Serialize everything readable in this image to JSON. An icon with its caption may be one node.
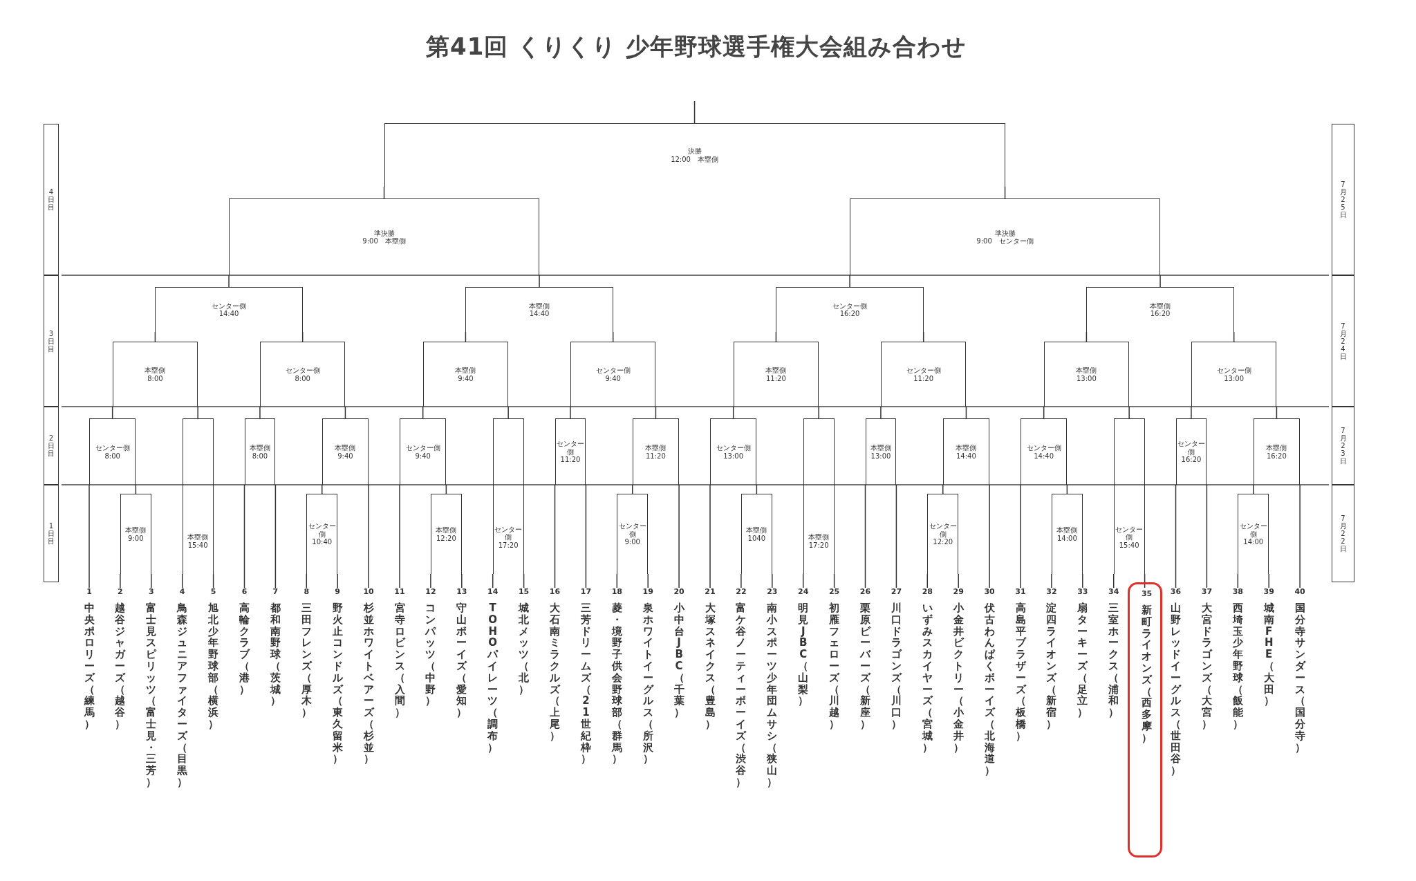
{
  "diagram": {
    "title": "第41回 くりくり 少年野球選手権大会組み合わせ",
    "nodes": [
      {
        "text": [
          "4日目"
        ]
      },
      {
        "text": [
          "3日目"
        ]
      },
      {
        "text": [
          "2日目"
        ]
      },
      {
        "text": [
          "1日目"
        ]
      },
      {
        "text": [
          "7月25日"
        ]
      },
      {
        "text": [
          "7月24日"
        ]
      },
      {
        "text": [
          "7月23日"
        ]
      },
      {
        "text": [
          "7月22日"
        ]
      },
      {
        "text": [
          "決勝",
          "12:00　本塁側"
        ]
      },
      {
        "text": [
          "準決勝",
          "9:00　本塁側"
        ]
      },
      {
        "text": [
          "準決勝",
          "9:00　センター側"
        ]
      },
      {
        "text": [
          "センター側",
          "14:40"
        ]
      },
      {
        "text": [
          "本塁側",
          "14:40"
        ]
      },
      {
        "text": [
          "センター側",
          "16:20"
        ]
      },
      {
        "text": [
          "本塁側",
          "16:20"
        ]
      },
      {
        "text": [
          "本塁側",
          "8:00"
        ]
      },
      {
        "text": [
          "センター側",
          "8:00"
        ]
      },
      {
        "text": [
          "本塁側",
          "9:40"
        ]
      },
      {
        "text": [
          "センター側",
          "9:40"
        ]
      },
      {
        "text": [
          "本塁側",
          "11:20"
        ]
      },
      {
        "text": [
          "センター側",
          "11:20"
        ]
      },
      {
        "text": [
          "本塁側",
          "13:00"
        ]
      },
      {
        "text": [
          "センター側",
          "13:00"
        ]
      },
      {
        "text": [
          "センター側",
          "8:00"
        ]
      },
      {
        "text": [
          "本塁側",
          "8:00"
        ]
      },
      {
        "text": [
          "本塁側",
          "9:40"
        ]
      },
      {
        "text": [
          "センター側",
          "9:40"
        ]
      },
      {
        "text": [
          "センター側",
          "11:20"
        ]
      },
      {
        "text": [
          "本塁側",
          "11:20"
        ]
      },
      {
        "text": [
          "センター側",
          "13:00"
        ]
      },
      {
        "text": [
          "本塁側",
          "13:00"
        ]
      },
      {
        "text": [
          "本塁側",
          "14:40"
        ]
      },
      {
        "text": [
          "センター側",
          "14:40"
        ]
      },
      {
        "text": [
          "センター側",
          "16:20"
        ]
      },
      {
        "text": [
          "本塁側",
          "16:20"
        ]
      },
      {
        "text": [
          "本塁側",
          "9:00"
        ]
      },
      {
        "text": [
          "本塁側",
          "15:40"
        ]
      },
      {
        "text": [
          "センター側",
          "10:40"
        ]
      },
      {
        "text": [
          "本塁側",
          "12:20"
        ]
      },
      {
        "text": [
          "センター側",
          "17:20"
        ]
      },
      {
        "text": [
          "センター側",
          "9:00"
        ]
      },
      {
        "text": [
          "本塁側",
          "1040"
        ]
      },
      {
        "text": [
          "本塁側",
          "17:20"
        ]
      },
      {
        "text": [
          "センター側",
          "12:20"
        ]
      },
      {
        "text": [
          "本塁側",
          "14:00"
        ]
      },
      {
        "text": [
          "センター側",
          "15:40"
        ]
      },
      {
        "text": [
          "センター側",
          "14:00"
        ]
      },
      {
        "text": [],
        "shape": "box"
      },
      {
        "text": [
          "1",
          "中央ポロリーズ（練馬）"
        ]
      },
      {
        "text": [
          "2",
          "越谷ジャガーズ（越谷）"
        ]
      },
      {
        "text": [
          "3",
          "富士見スピリッツ（富士見・三芳）"
        ]
      },
      {
        "text": [
          "4",
          "鳥森ジュニアファイターズ（目黒）"
        ]
      },
      {
        "text": [
          "5",
          "旭北少年野球部（横浜）"
        ]
      },
      {
        "text": [
          "6",
          "高輪クラブ（港）"
        ]
      },
      {
        "text": [
          "7",
          "都和南野球（茨城）"
        ]
      },
      {
        "text": [
          "8",
          "三田フレンズ（厚木）"
        ]
      },
      {
        "text": [
          "9",
          "野火止コンドルズ（東久留米）"
        ]
      },
      {
        "text": [
          "10",
          "杉並ホワイトベアーズ（杉並）"
        ]
      },
      {
        "text": [
          "11",
          "宮寺ロビンス（入間）"
        ]
      },
      {
        "text": [
          "12",
          "コンパッツ（中野）"
        ]
      },
      {
        "text": [
          "13",
          "守山ボーイズ（愛知）"
        ]
      },
      {
        "text": [
          "14",
          "TOHOパイレーツ（調布）"
        ]
      },
      {
        "text": [
          "15",
          "城北メッツ（北）"
        ]
      },
      {
        "text": [
          "16",
          "大石南ミラクルズ（上尾）"
        ]
      },
      {
        "text": [
          "17",
          "三芳ドリームズ（21世紀枠）"
        ]
      },
      {
        "text": [
          "18",
          "菱・境野子供会野球部（群馬）"
        ]
      },
      {
        "text": [
          "19",
          "泉ホワイトイーグルス（所沢）"
        ]
      },
      {
        "text": [
          "20",
          "小中台JBC（千葉）"
        ]
      },
      {
        "text": [
          "21",
          "大塚スネイクス（豊島）"
        ]
      },
      {
        "text": [
          "22",
          "富ケ谷ノーティーボーイズ（渋谷）"
        ]
      },
      {
        "text": [
          "23",
          "南小スポーツ少年団ムサシ（狭山）"
        ]
      },
      {
        "text": [
          "24",
          "明見JBC（山梨）"
        ]
      },
      {
        "text": [
          "25",
          "初雁フェローズ（川越）"
        ]
      },
      {
        "text": [
          "26",
          "栗原ビーバーズ（新座）"
        ]
      },
      {
        "text": [
          "27",
          "川口ドラゴンズ（川口）"
        ]
      },
      {
        "text": [
          "28",
          "いずみスカイヤーズ（宮城）"
        ]
      },
      {
        "text": [
          "29",
          "小金井ビクトリー（小金井）"
        ]
      },
      {
        "text": [
          "30",
          "伏古わんぱくボーイズ（北海道）"
        ]
      },
      {
        "text": [
          "31",
          "高島平ブラザーズ（板橋）"
        ]
      },
      {
        "text": [
          "32",
          "淀四ライオンズ（新宿）"
        ]
      },
      {
        "text": [
          "33",
          "扇ターキーズ（足立）"
        ]
      },
      {
        "text": [
          "34",
          "三室ホークス（浦和）"
        ]
      },
      {
        "text": [
          "35",
          "新町ライオンズ（西多摩）"
        ],
        "in": 47
      },
      {
        "text": [
          "36",
          "山野レッドイーグルス（世田谷）"
        ]
      },
      {
        "text": [
          "37",
          "大宮ドラゴンズ（大宮）"
        ]
      },
      {
        "text": [
          "38",
          "西埼玉少年野球（飯能）"
        ]
      },
      {
        "text": [
          "39",
          "城南FHE（大田）"
        ]
      },
      {
        "text": [
          "40",
          "国分寺サンダース（国分寺）"
        ]
      }
    ],
    "edges": [
      {
        "from": 9,
        "to": 8,
        "arrow": "none"
      },
      {
        "from": 10,
        "to": 8,
        "arrow": "none"
      },
      {
        "from": 8,
        "to": null,
        "arrow": "none"
      },
      {
        "from": 11,
        "to": 9,
        "arrow": "none"
      },
      {
        "from": 12,
        "to": 9,
        "arrow": "none"
      },
      {
        "from": 13,
        "to": 10,
        "arrow": "none"
      },
      {
        "from": 14,
        "to": 10,
        "arrow": "none"
      },
      {
        "from": 15,
        "to": 11,
        "arrow": "none"
      },
      {
        "from": 16,
        "to": 11,
        "arrow": "none"
      },
      {
        "from": 17,
        "to": 12,
        "arrow": "none"
      },
      {
        "from": 18,
        "to": 12,
        "arrow": "none"
      },
      {
        "from": 19,
        "to": 13,
        "arrow": "none"
      },
      {
        "from": 20,
        "to": 13,
        "arrow": "none"
      },
      {
        "from": 21,
        "to": 14,
        "arrow": "none"
      },
      {
        "from": 22,
        "to": 14,
        "arrow": "none"
      },
      {
        "from": 23,
        "to": 15,
        "arrow": "none"
      },
      {
        "from": 36,
        "to": 15,
        "arrow": "none"
      },
      {
        "from": 24,
        "to": 16,
        "arrow": "none"
      },
      {
        "from": 25,
        "to": 16,
        "arrow": "none"
      },
      {
        "from": 26,
        "to": 17,
        "arrow": "none"
      },
      {
        "from": 39,
        "to": 17,
        "arrow": "none"
      },
      {
        "from": 27,
        "to": 18,
        "arrow": "none"
      },
      {
        "from": 28,
        "to": 18,
        "arrow": "none"
      },
      {
        "from": 29,
        "to": 19,
        "arrow": "none"
      },
      {
        "from": 42,
        "to": 19,
        "arrow": "none"
      },
      {
        "from": 30,
        "to": 20,
        "arrow": "none"
      },
      {
        "from": 31,
        "to": 20,
        "arrow": "none"
      },
      {
        "from": 32,
        "to": 21,
        "arrow": "none"
      },
      {
        "from": 45,
        "to": 21,
        "arrow": "none"
      },
      {
        "from": 33,
        "to": 22,
        "arrow": "none"
      },
      {
        "from": 34,
        "to": 22,
        "arrow": "none"
      },
      {
        "from": 48,
        "to": 23,
        "arrow": "none"
      },
      {
        "from": 35,
        "to": 23,
        "arrow": "none"
      },
      {
        "from": 53,
        "to": 24,
        "arrow": "none"
      },
      {
        "from": 54,
        "to": 24,
        "arrow": "none"
      },
      {
        "from": 37,
        "to": 25,
        "arrow": "none"
      },
      {
        "from": 57,
        "to": 25,
        "arrow": "none"
      },
      {
        "from": 58,
        "to": 26,
        "arrow": "none"
      },
      {
        "from": 38,
        "to": 26,
        "arrow": "none"
      },
      {
        "from": 63,
        "to": 27,
        "arrow": "none"
      },
      {
        "from": 64,
        "to": 27,
        "arrow": "none"
      },
      {
        "from": 40,
        "to": 28,
        "arrow": "none"
      },
      {
        "from": 67,
        "to": 28,
        "arrow": "none"
      },
      {
        "from": 68,
        "to": 29,
        "arrow": "none"
      },
      {
        "from": 41,
        "to": 29,
        "arrow": "none"
      },
      {
        "from": 73,
        "to": 30,
        "arrow": "none"
      },
      {
        "from": 74,
        "to": 30,
        "arrow": "none"
      },
      {
        "from": 43,
        "to": 31,
        "arrow": "none"
      },
      {
        "from": 77,
        "to": 31,
        "arrow": "none"
      },
      {
        "from": 78,
        "to": 32,
        "arrow": "none"
      },
      {
        "from": 44,
        "to": 32,
        "arrow": "none"
      },
      {
        "from": 83,
        "to": 33,
        "arrow": "none"
      },
      {
        "from": 84,
        "to": 33,
        "arrow": "none"
      },
      {
        "from": 46,
        "to": 34,
        "arrow": "none"
      },
      {
        "from": 87,
        "to": 34,
        "arrow": "none"
      },
      {
        "from": 49,
        "to": 35,
        "arrow": "none"
      },
      {
        "from": 50,
        "to": 35,
        "arrow": "none"
      },
      {
        "from": 51,
        "to": 36,
        "arrow": "none"
      },
      {
        "from": 52,
        "to": 36,
        "arrow": "none"
      },
      {
        "from": 55,
        "to": 37,
        "arrow": "none"
      },
      {
        "from": 56,
        "to": 37,
        "arrow": "none"
      },
      {
        "from": 59,
        "to": 38,
        "arrow": "none"
      },
      {
        "from": 60,
        "to": 38,
        "arrow": "none"
      },
      {
        "from": 61,
        "to": 39,
        "arrow": "none"
      },
      {
        "from": 62,
        "to": 39,
        "arrow": "none"
      },
      {
        "from": 65,
        "to": 40,
        "arrow": "none"
      },
      {
        "from": 66,
        "to": 40,
        "arrow": "none"
      },
      {
        "from": 69,
        "to": 41,
        "arrow": "none"
      },
      {
        "from": 70,
        "to": 41,
        "arrow": "none"
      },
      {
        "from": 71,
        "to": 42,
        "arrow": "none"
      },
      {
        "from": 72,
        "to": 42,
        "arrow": "none"
      },
      {
        "from": 75,
        "to": 43,
        "arrow": "none"
      },
      {
        "from": 76,
        "to": 43,
        "arrow": "none"
      },
      {
        "from": 79,
        "to": 44,
        "arrow": "none"
      },
      {
        "from": 80,
        "to": 44,
        "arrow": "none"
      },
      {
        "from": 81,
        "to": 45,
        "arrow": "none"
      },
      {
        "from": 82,
        "to": 45,
        "arrow": "none"
      },
      {
        "from": 85,
        "to": 46,
        "arrow": "none"
      },
      {
        "from": 86,
        "to": 46,
        "arrow": "none"
      }
    ]
  }
}
